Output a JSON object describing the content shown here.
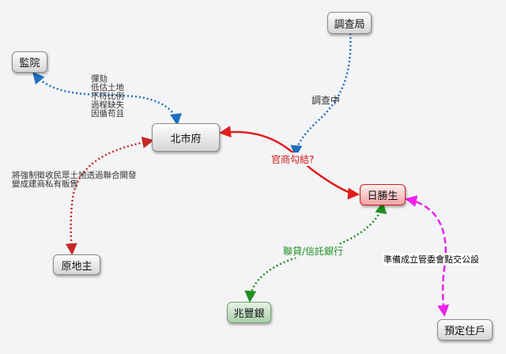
{
  "nodes": {
    "prison": "監院",
    "city_gov": "北市府",
    "investigation_bureau": "調查局",
    "rishengsheng": "日勝生",
    "original_landowners": "原地主",
    "zhaofeng_bank": "兆豐銀",
    "future_residents": "預定住戶"
  },
  "labels": {
    "impeach_lines": [
      "彈劾",
      "低估土地",
      "不符比例",
      "過程缺失",
      "因循苟且"
    ],
    "investigating": "調查中",
    "collusion": "官商勾結?",
    "expropriation_lines": [
      "將強制徵收民眾土地透過聯合開發",
      "變成建商私有販售"
    ],
    "syndicated_loan": "聯貸/信託銀行",
    "management_committee": "準備成立管委會點交公設"
  },
  "colors": {
    "blue": "#1f6fbf",
    "red": "#e01e1e",
    "darkred": "#c62828",
    "green": "#1f8f1f",
    "magenta": "#ee22ee"
  }
}
